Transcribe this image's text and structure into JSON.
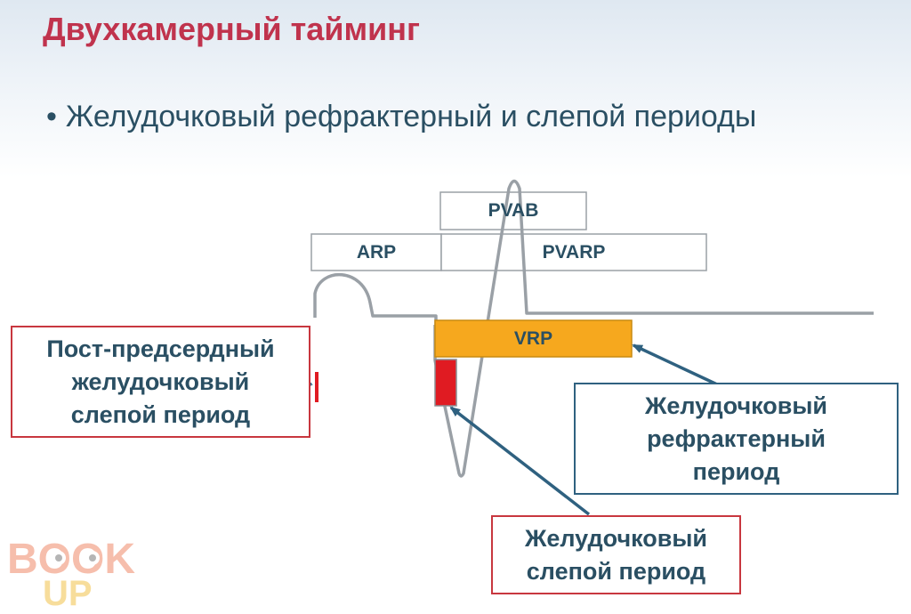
{
  "slide": {
    "title": "Двухкамерный тайминг",
    "bullet": "Желудочковый рефрактерный и слепой периоды"
  },
  "diagram": {
    "labels": {
      "pvab": "PVAB",
      "arp": "ARP",
      "pvarp": "PVARP",
      "vrp": "VRP"
    },
    "callouts": {
      "post_atrial_blanking": "Пост-предсердный\nжелудочковый\nслепой период",
      "ventricular_refractory": "Желудочковый\nрефрактерный\nпериод",
      "ventricular_blanking": "Желудочковый\nслепой период"
    },
    "colors": {
      "vrp_bar": "#f6a81e",
      "blanking_bar": "#e01b22",
      "red_border": "#c8373f",
      "blue_border": "#2f6180",
      "label_text": "#2a4f63",
      "title_text": "#c0334d"
    }
  },
  "watermark": {
    "text_top": "BOOK",
    "text_bottom": "UP"
  }
}
